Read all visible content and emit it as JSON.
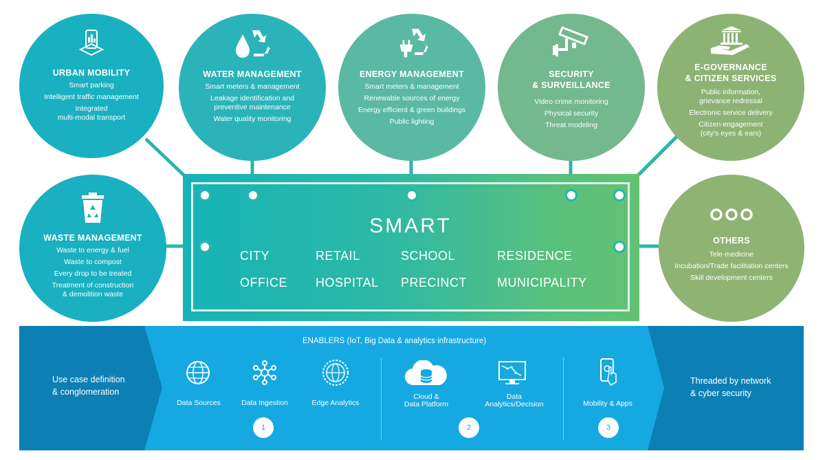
{
  "circles": {
    "urban_mobility": {
      "title": "URBAN MOBILITY",
      "items": [
        "Smart parking",
        "Intelligent traffic management",
        "Integrated\nmulti-modal transport"
      ]
    },
    "water": {
      "title": "WATER MANAGEMENT",
      "items": [
        "Smart meters & management",
        "Leakage identification and\npreventive maintenance",
        "Water  quality monitoring"
      ]
    },
    "energy": {
      "title": "ENERGY MANAGEMENT",
      "items": [
        "Smart meters & management",
        "Renewable sources of energy",
        "Energy efficient & green buildings",
        "Public lighting"
      ]
    },
    "security": {
      "title": "SECURITY\n& SURVEILLANCE",
      "items": [
        "Video crime monitoring",
        "Physical security",
        "Threat modeling"
      ]
    },
    "egov": {
      "title": "E-GOVERNANCE\n& CITIZEN SERVICES",
      "items": [
        "Public information,\ngrievance redressal",
        "Electronic service delivery",
        "Citizen engagement\n(city's eyes & ears)"
      ]
    },
    "waste": {
      "title": "WASTE MANAGEMENT",
      "items": [
        "Waste to energy & fuel",
        "Waste to compost",
        "Every drop to be treated",
        "Treatment of construction\n& demolition waste"
      ]
    },
    "others": {
      "title": "OTHERS",
      "items": [
        "Tele-medicine",
        "Incubation/Trade facilitation centers",
        "Skill development centers"
      ]
    }
  },
  "center": {
    "title": "SMART",
    "categories": [
      "CITY",
      "RETAIL",
      "SCHOOL",
      "RESIDENCE",
      "OFFICE",
      "HOSPITAL",
      "PRECINCT",
      "MUNICIPALITY"
    ]
  },
  "enablers": {
    "left_text": "Use case definition\n& conglomeration",
    "title": "ENABLERS (IoT, Big Data & analytics infrastructure)",
    "items": [
      "Data Sources",
      "Data Ingestion",
      "Edge Analytics",
      "Cloud &\nData Platform",
      "Data\nAnalytics/Decision",
      "Mobility & Apps"
    ],
    "numbers": [
      "1",
      "2",
      "3"
    ],
    "right_text": "Threaded by network\n& cyber security"
  },
  "colors": {
    "band_dark": "#0c7fb5",
    "band_light": "#16a9e1",
    "circle_teal": "#1ab0be",
    "circle_green": "#8fb373"
  }
}
